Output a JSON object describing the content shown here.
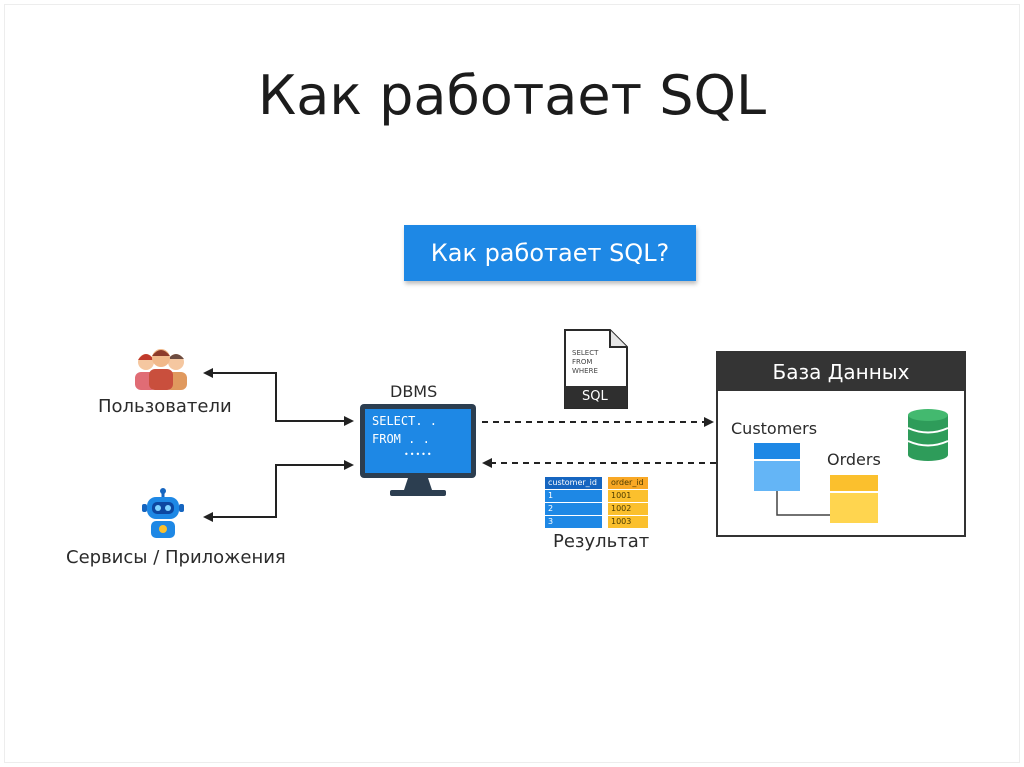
{
  "slide": {
    "title": "Как работает SQL"
  },
  "diagram": {
    "banner": "Как работает SQL?",
    "users_label": "Пользователи",
    "services_label": "Сервисы / Приложения",
    "dbms_label": "DBMS",
    "screen_line1": "SELECT. .",
    "screen_line2": "FROM . .",
    "screen_dots": "•••••",
    "sql_doc": {
      "line1": "SELECT",
      "line2": "FROM",
      "line3": "WHERE",
      "tag": "SQL"
    },
    "result_label": "Результат",
    "result_table": {
      "headers": [
        "customer_id",
        "order_id"
      ],
      "rows": [
        [
          "1",
          "1001"
        ],
        [
          "2",
          "1002"
        ],
        [
          "3",
          "1003"
        ]
      ]
    },
    "database": {
      "header": "База Данных",
      "table1": "Customers",
      "table2": "Orders"
    },
    "colors": {
      "blue": "#1e88e5",
      "yellow": "#fbc02d",
      "green": "#2e9c5a",
      "dark": "#343434"
    },
    "icons": [
      "users-group-icon",
      "robot-icon",
      "monitor-icon",
      "sql-document-icon",
      "database-cylinder-icon"
    ]
  }
}
